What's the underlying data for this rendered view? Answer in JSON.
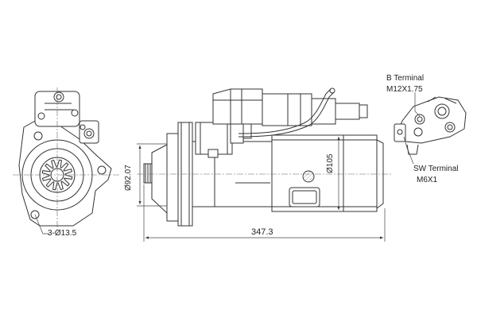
{
  "labels": {
    "b_terminal": "B Terminal",
    "b_thread": "M12X1.75",
    "sw_terminal": "SW Terminal",
    "sw_thread": "M6X1",
    "holes": "3-Ø13.5",
    "overall_length": "347.3",
    "flange_diameter": "Ø92.07",
    "body_diameter": "Ø105"
  },
  "colors": {
    "line": "#333333",
    "background": "#ffffff"
  }
}
